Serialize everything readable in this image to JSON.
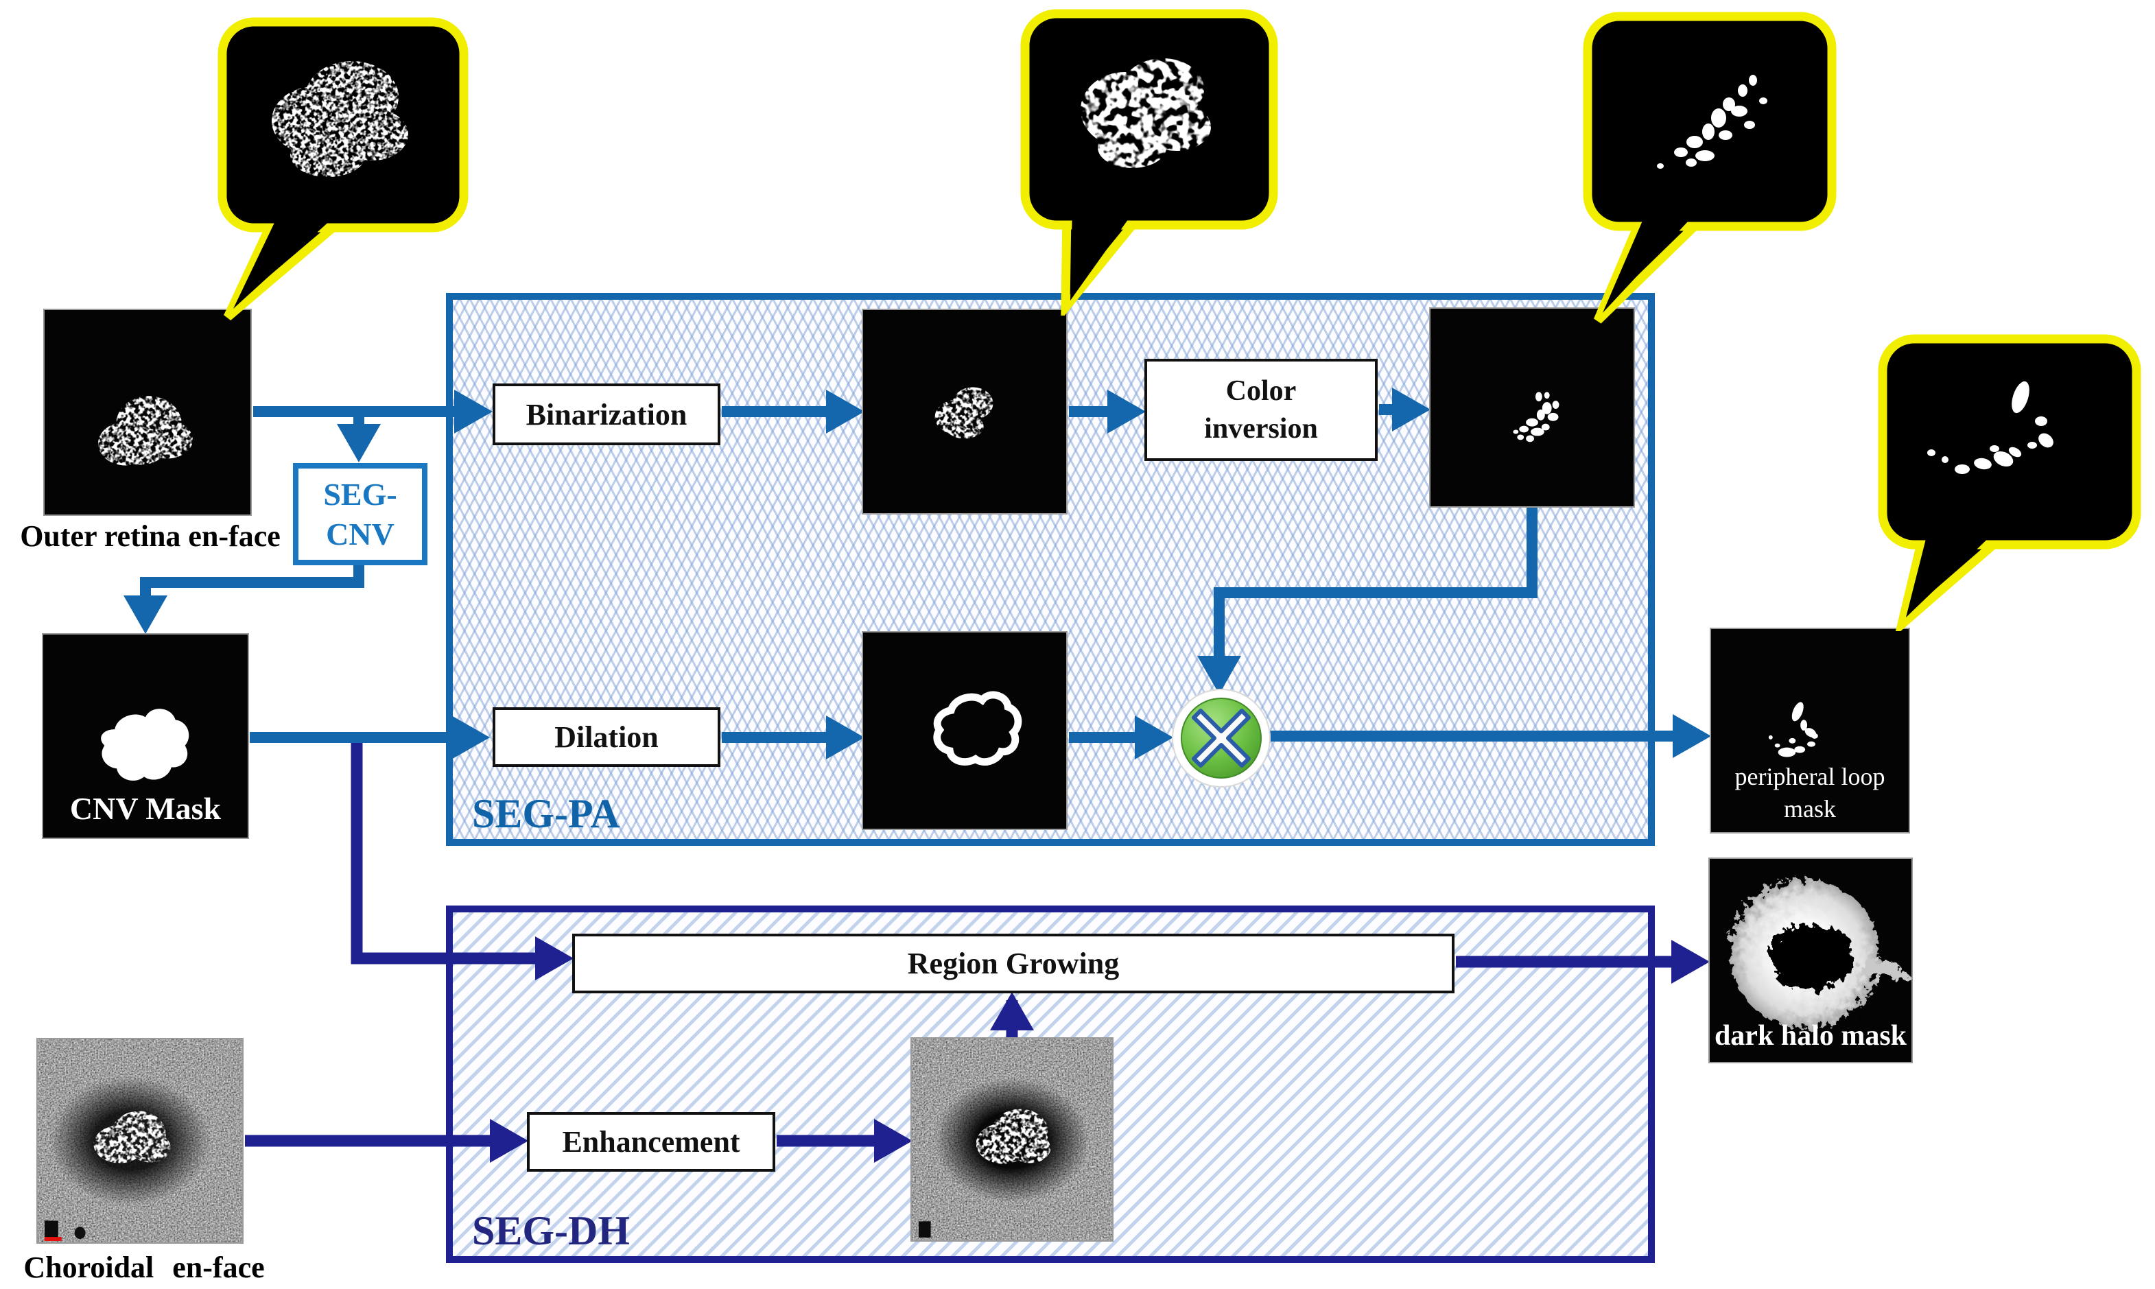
{
  "colors": {
    "flow_blue": "#1467ac",
    "flow_navy": "#1f2191",
    "seg_cnv_blue": "#1a78c2",
    "seg_pa_label": "#1163a8",
    "seg_dh_label": "#23267e",
    "callout_yellow": "#f2ee00",
    "multiply_green": "#63bc3c",
    "box_border_black": "#111111",
    "marker_red": "#e8100c"
  },
  "containers": {
    "seg_pa": {
      "label": "SEG-PA"
    },
    "seg_dh": {
      "label": "SEG-DH"
    }
  },
  "boxes": {
    "seg_cnv": {
      "line1": "SEG-",
      "line2": "CNV"
    },
    "binarization": {
      "label": "Binarization"
    },
    "color_inversion": {
      "line1": "Color",
      "line2": "inversion"
    },
    "dilation": {
      "label": "Dilation"
    },
    "region_growing": {
      "label": "Region Growing"
    },
    "enhancement": {
      "label": "Enhancement"
    }
  },
  "images": {
    "outer_retina": {
      "caption": "Outer retina en-face"
    },
    "cnv_mask": {
      "caption": "CNV Mask"
    },
    "choroidal": {
      "caption": "Choroidal  en-face"
    },
    "peripheral_loop": {
      "caption_line1": "peripheral loop",
      "caption_line2": "mask"
    },
    "dark_halo": {
      "caption": "dark halo mask"
    }
  },
  "operator": {
    "symbol": "✕",
    "name": "multiply"
  }
}
